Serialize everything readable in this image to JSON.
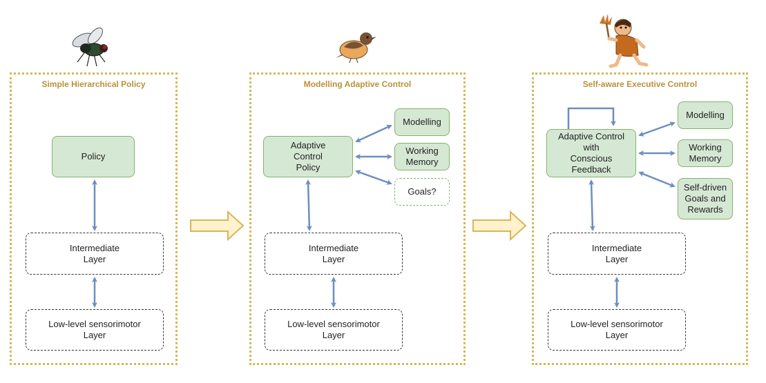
{
  "panels": [
    {
      "title": "Simple Hierarchical Policy",
      "icon": "fly-icon",
      "boxes": {
        "policy": "Policy",
        "intermediate": "Intermediate\nLayer",
        "lowlevel": "Low-level sensorimotor\nLayer"
      }
    },
    {
      "title": "Modelling Adaptive Control",
      "icon": "bird-icon",
      "boxes": {
        "policy": "Adaptive\nControl\nPolicy",
        "modelling": "Modelling",
        "working": "Working\nMemory",
        "goals": "Goals?",
        "intermediate": "Intermediate\nLayer",
        "lowlevel": "Low-level sensorimotor\nLayer"
      }
    },
    {
      "title": "Self-aware Executive Control",
      "icon": "caveman-icon",
      "boxes": {
        "policy": "Adaptive Control\nwith\nConscious\nFeedback",
        "modelling": "Modelling",
        "working": "Working\nMemory",
        "goals": "Self-driven\nGoals and\nRewards",
        "intermediate": "Intermediate\nLayer",
        "lowlevel": "Low-level sensorimotor\nLayer"
      }
    }
  ],
  "colors": {
    "panel_border": "#d6b656",
    "title": "#b9913a",
    "green_fill": "#d5e8d4",
    "green_stroke": "#82b366",
    "arrow": "#6c8ebf",
    "transition_arrow_fill": "#fff2cc"
  }
}
